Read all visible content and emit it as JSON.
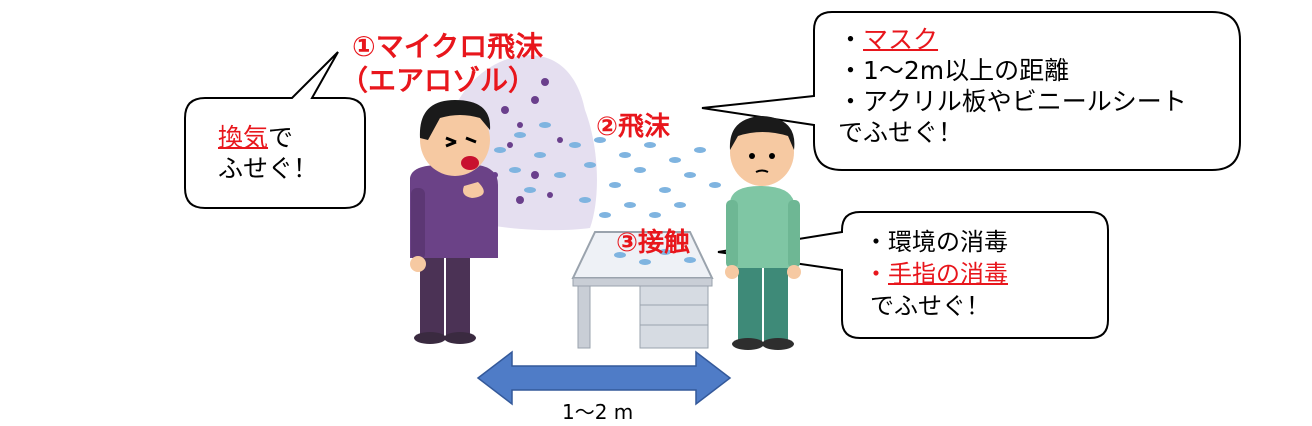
{
  "labels": {
    "micro_droplet_line1": "①マイクロ飛沫",
    "micro_droplet_line2": "（エアロゾル）",
    "droplet": "②飛沫",
    "contact": "③接触"
  },
  "bubble_ventilation": {
    "highlight": "換気",
    "line1_rest": "で",
    "line2": "ふせぐ！"
  },
  "bubble_mask": {
    "bullet": "・",
    "item1": "マスク",
    "item2": "・1～2m以上の距離",
    "item3": "・アクリル板やビニールシート",
    "item3_cont": "でふせぐ！"
  },
  "bubble_disinfect": {
    "item1": "・環境の消毒",
    "bullet": "・",
    "item2": "手指の消毒",
    "closing": "でふせぐ！"
  },
  "distance": {
    "label": "1～2 m"
  },
  "colors": {
    "accent_red": "#e8161c",
    "arrow_blue": "#4f7cc7",
    "aerosol_cloud": "#e5dff0",
    "left_person_shirt": "#6b4287",
    "right_person_shirt": "#7fc6a4"
  }
}
